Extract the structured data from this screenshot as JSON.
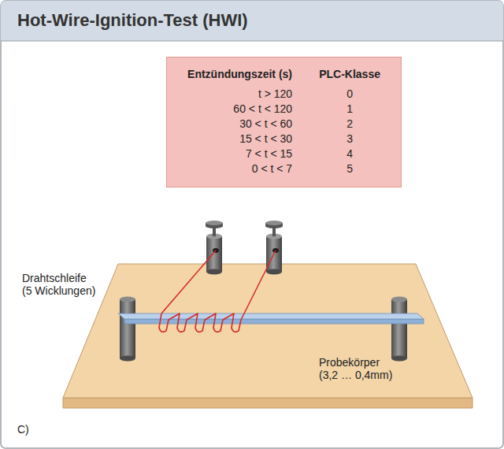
{
  "diagram": {
    "title": "Hot-Wire-Ignition-Test (HWI)",
    "nodes": [
      {
        "text": [
          "Entzündungszeit (s)",
          "PLC-Klasse",
          "t > 120",
          "0",
          "60 < t < 120",
          "1",
          "30 < t < 60",
          "2",
          "15 < t < 30",
          "3",
          "7 < t < 15",
          "4",
          "0 < t < 7",
          "5"
        ]
      }
    ],
    "labels": [
      "Drahtschleife (5 Wicklungen)",
      "Probekörper (3,2 … 0,4mm)",
      "C)"
    ]
  }
}
